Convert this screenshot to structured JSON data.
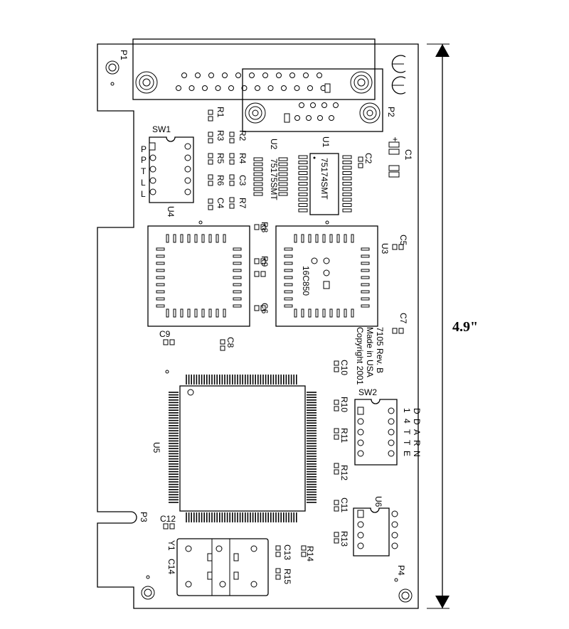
{
  "dimension": {
    "height_label": "4.9\""
  },
  "labels": {
    "P1": "P1",
    "P2": "P2",
    "P3": "P3",
    "P4": "P4",
    "SW1": "SW1",
    "SW2": "SW2",
    "U1": "U1",
    "U2": "U2",
    "U3": "U3",
    "U4": "U4",
    "U5": "U5",
    "U6": "U6",
    "Y1": "Y1",
    "R1": "R1",
    "R2": "R2",
    "R3": "R3",
    "R4": "R4",
    "R5": "R5",
    "R6": "R6",
    "R7": "R7",
    "R8": "R8",
    "R9": "R9",
    "R10": "R10",
    "R11": "R11",
    "R12": "R12",
    "R13": "R13",
    "R14": "R14",
    "R15": "R15",
    "C1": "C1",
    "C2": "C2",
    "C3": "C3",
    "C4": "C4",
    "C5": "C5",
    "C6": "C6",
    "C7": "C7",
    "C8": "C8",
    "C9": "C9",
    "C10": "C10",
    "C11": "C11",
    "C12": "C12",
    "C13": "C13",
    "C14": "C14",
    "plus": "+"
  },
  "chips": {
    "u1_part": "75174SMT",
    "u2_part": "75175SMT",
    "u3_part": "16C850"
  },
  "switches": {
    "sw1_positions": [
      "P",
      "P",
      "T",
      "L",
      "L"
    ],
    "sw2_row1": [
      "D",
      "D",
      "A",
      "R",
      "N"
    ],
    "sw2_row2": [
      "1",
      "4",
      "T",
      "T",
      "E"
    ]
  },
  "board_text": {
    "line1": "7105 Rev. B",
    "line2": "Made in USA",
    "line3": "Copyright 2001"
  }
}
